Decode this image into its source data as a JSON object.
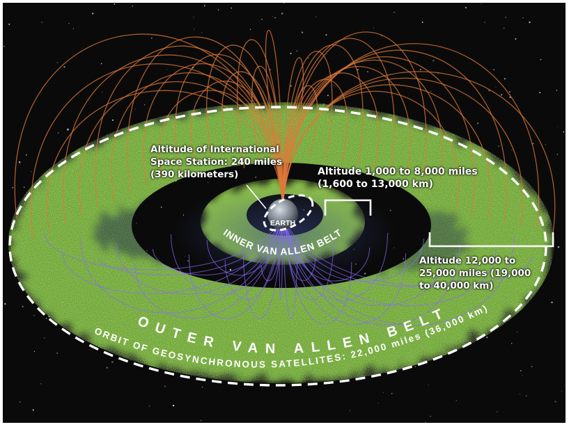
{
  "diagram": {
    "labels": {
      "iss": [
        "Altitude of International",
        "Space Station: 240 miles",
        "(390 kilometers)"
      ],
      "inner_altitude": [
        "Altitude 1,000 to 8,000 miles",
        "(1,600 to 13,000 km)"
      ],
      "outer_altitude": [
        "Altitude 12,000 to",
        "25,000 miles (19,000",
        "to 40,000 km)"
      ],
      "earth": "EARTH",
      "inner_belt": "INNER VAN ALLEN BELT",
      "outer_belt": "OUTER VAN ALLEN BELT",
      "geo_orbit": "ORBIT OF GEOSYNCHRONOUS SATELLITES: 22,000 miles (36,000 km)"
    },
    "colors": {
      "background": "#0a0a0a",
      "belt_green": "#7fbf3a",
      "field_line_orange": "#e07a3a",
      "field_line_violet": "#8a6cff",
      "dash_white": "#ffffff"
    }
  }
}
